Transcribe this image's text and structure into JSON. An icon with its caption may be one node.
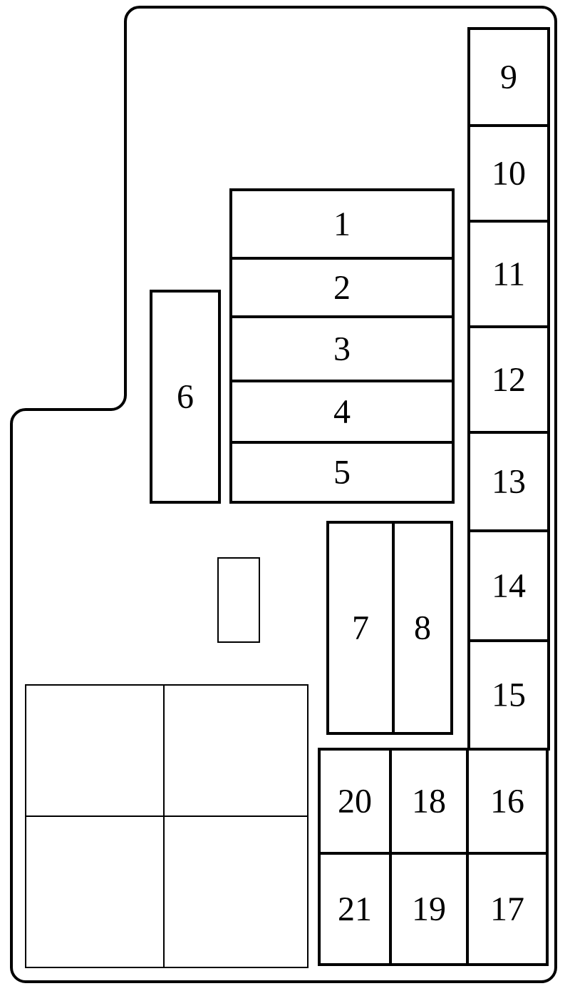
{
  "diagram": {
    "nodes": [
      {
        "text": [],
        "shape": "box"
      },
      {
        "text": [
          "1"
        ],
        "in": 0
      },
      {
        "text": [
          "2"
        ],
        "in": 0
      },
      {
        "text": [
          "3"
        ],
        "in": 0
      },
      {
        "text": [
          "4"
        ],
        "in": 0
      },
      {
        "text": [
          "5"
        ],
        "in": 0
      },
      {
        "text": [
          "6"
        ],
        "in": 0
      },
      {
        "text": [
          "7"
        ],
        "in": 0
      },
      {
        "text": [
          "8"
        ],
        "in": 0
      },
      {
        "text": [
          "9"
        ],
        "in": 0
      },
      {
        "text": [
          "10"
        ],
        "in": 0
      },
      {
        "text": [
          "11"
        ],
        "in": 0
      },
      {
        "text": [
          "12"
        ],
        "in": 0
      },
      {
        "text": [
          "13"
        ],
        "in": 0
      },
      {
        "text": [
          "14"
        ],
        "in": 0
      },
      {
        "text": [
          "15"
        ],
        "in": 0
      },
      {
        "text": [
          "16"
        ],
        "in": 0
      },
      {
        "text": [
          "17"
        ],
        "in": 0
      },
      {
        "text": [
          "18"
        ],
        "in": 0
      },
      {
        "text": [
          "19"
        ],
        "in": 0
      },
      {
        "text": [
          "20"
        ],
        "in": 0
      },
      {
        "text": [
          "21"
        ],
        "in": 0
      },
      {
        "text": [],
        "shape": "box",
        "in": 0
      },
      {
        "text": [],
        "shape": "box",
        "in": 0
      },
      {
        "text": [],
        "shape": "box",
        "in": 0
      },
      {
        "text": [],
        "shape": "box",
        "in": 0
      },
      {
        "text": [],
        "shape": "box",
        "in": 0
      }
    ]
  }
}
